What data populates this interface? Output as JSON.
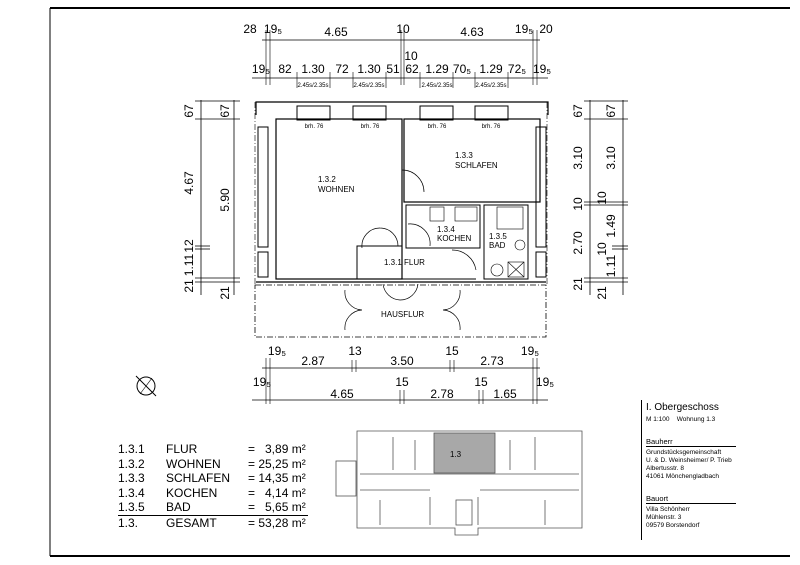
{
  "dimensions": {
    "top_row1": [
      "28",
      "19₅",
      "4.65",
      "10",
      "4.63",
      "19₅",
      "20"
    ],
    "top_row2": [
      "19₅",
      "82",
      "1.30",
      "72",
      "1.30",
      "51",
      "10",
      "62",
      "1.29",
      "70₅",
      "1.29",
      "72₅",
      "19₅"
    ],
    "window_labels": [
      "2.45s/2.35s",
      "2.45s/2.35s",
      "2.45s/2.35s",
      "2.45s/2.35s"
    ],
    "left_outer": [
      "67",
      "4.67",
      "12",
      "1.11",
      "21"
    ],
    "left_inner": [
      "67",
      "5.90",
      "21"
    ],
    "right_outer": [
      "67",
      "3.10",
      "10",
      "2.70",
      "21"
    ],
    "right_inner": [
      "67",
      "3.10",
      "10",
      "1.49",
      "10",
      "1.11",
      "21"
    ],
    "bottom_row1": [
      "19₅",
      "2.87",
      "13",
      "3.50",
      "15",
      "2.73",
      "19₅"
    ],
    "bottom_row2": [
      "19₅",
      "4.65",
      "15",
      "2.78",
      "15",
      "1.65",
      "19₅"
    ]
  },
  "plan": {
    "parapets": [
      "brh. 76",
      "brh. 76",
      "brh. 76",
      "brh. 76"
    ],
    "rooms": {
      "wohnen_no": "1.3.2",
      "wohnen": "WOHNEN",
      "schlafen_no": "1.3.3",
      "schlafen": "SCHLAFEN",
      "kochen_no": "1.3.4",
      "kochen": "KOCHEN",
      "bad_no": "1.3.5",
      "bad": "BAD",
      "flur": "1.3.1 FLUR",
      "hausflur": "HAUSFLUR"
    }
  },
  "legend": [
    {
      "no": "1.3.1",
      "name": "FLUR",
      "area": "=   3,89 m²"
    },
    {
      "no": "1.3.2",
      "name": "WOHNEN",
      "area": "= 25,25 m²"
    },
    {
      "no": "1.3.3",
      "name": "SCHLAFEN",
      "area": "= 14,35 m²"
    },
    {
      "no": "1.3.4",
      "name": "KOCHEN",
      "area": "=   4,14 m²"
    },
    {
      "no": "1.3.5",
      "name": "BAD",
      "area": "=   5,65 m²"
    },
    {
      "no": "1.3.",
      "name": "GESAMT",
      "area": "= 53,28 m²"
    }
  ],
  "overview": {
    "unit_label": "1.3",
    "highlight_color": "#a8a8a8"
  },
  "title_block": {
    "title": "I. Obergeschoss",
    "scale": "M 1:100",
    "unit": "Wohnung 1.3",
    "client_heading": "Bauherr",
    "client": [
      "Grundstücksgemeinschaft",
      "U. & D. Weinsheimer/ P. Trieb",
      "Albertusstr. 8",
      "41061 Mönchengladbach"
    ],
    "site_heading": "Bauort",
    "site": [
      "Villa Schönherr",
      "Mühlenstr. 3",
      "09579 Borstendorf"
    ]
  }
}
